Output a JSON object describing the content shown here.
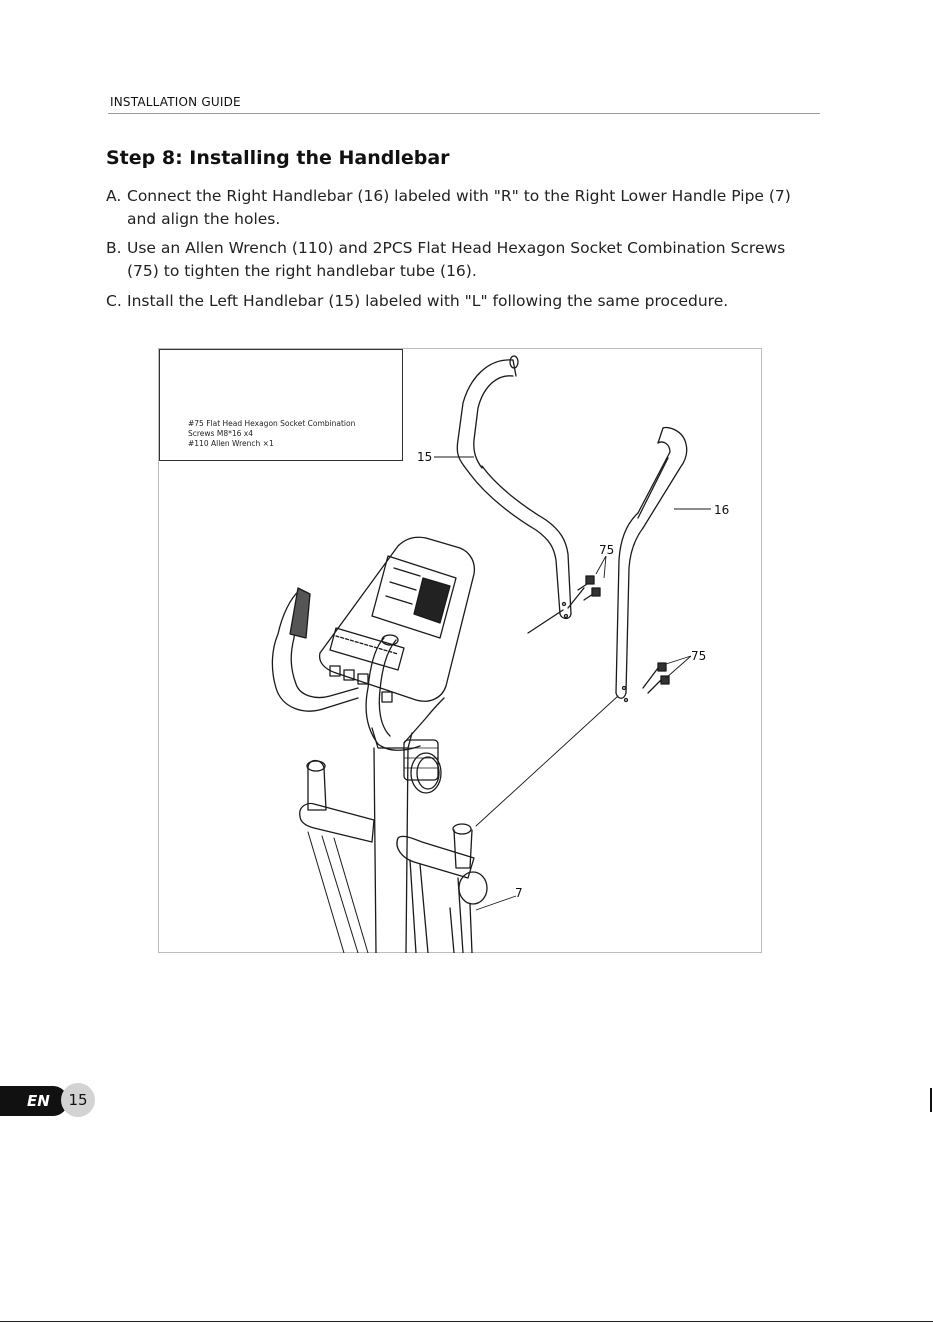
{
  "header": {
    "label": "INSTALLATION GUIDE"
  },
  "step": {
    "title": "Step 8: Installing the Handlebar",
    "instructions": [
      {
        "letter": "A.",
        "line1": "Connect the Right Handlebar (16) labeled with \"R\" to the Right Lower Handle Pipe (7)",
        "line2": "and align the holes."
      },
      {
        "letter": "B.",
        "line1": "Use an Allen Wrench (110) and 2PCS Flat Head Hexagon Socket Combination Screws",
        "line2": "(75) to tighten the right handlebar tube (16)."
      },
      {
        "letter": "C.",
        "line1": "Install the Left Handlebar (15) labeled with \"L\" following the same procedure.",
        "line2": ""
      }
    ]
  },
  "kit": {
    "line1": "#75 Flat Head Hexagon Socket Combination",
    "line2": "Screws M8*16 x4",
    "line3": "#110 Allen Wrench ×1"
  },
  "callouts": {
    "left_handlebar": "15",
    "right_handlebar": "16",
    "screws_upper": "75",
    "screws_lower": "75",
    "lower_handle_pipe": "7"
  },
  "footer": {
    "language": "EN",
    "page_number": "15"
  }
}
